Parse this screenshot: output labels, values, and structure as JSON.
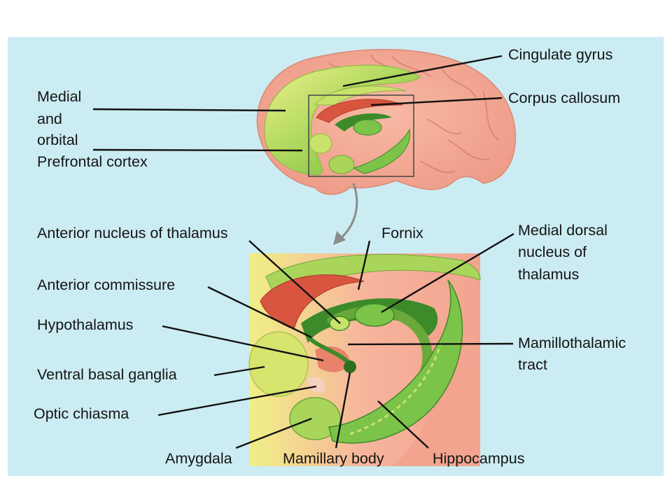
{
  "colors": {
    "background": "#ccecf3",
    "cortex": "#f2aa98",
    "limbic_green": "#7cc449",
    "limbic_yellow": "#e2ec6c",
    "dark_green": "#3d8a2a",
    "red_structure": "#d8553f"
  },
  "labels": {
    "cingulate_gyrus": "Cingulate gyrus",
    "corpus_callosum": "Corpus callosum",
    "medial_line1": "Medial",
    "medial_line2": "and",
    "medial_line3": "orbital",
    "medial_line4": "Prefrontal cortex",
    "anterior_nucleus": "Anterior nucleus of thalamus",
    "fornix": "Fornix",
    "medial_dorsal_line1": "Medial dorsal",
    "medial_dorsal_line2": "nucleus of",
    "medial_dorsal_line3": "thalamus",
    "anterior_commissure": "Anterior commissure",
    "hypothalamus": "Hypothalamus",
    "mamillothalamic_line1": "Mamillothalamic",
    "mamillothalamic_line2": "tract",
    "ventral_basal_ganglia": "Ventral basal ganglia",
    "optic_chiasma": "Optic chiasma",
    "amygdala": "Amygdala",
    "mamillary_body": "Mamillary body",
    "hippocampus": "Hippocampus"
  }
}
